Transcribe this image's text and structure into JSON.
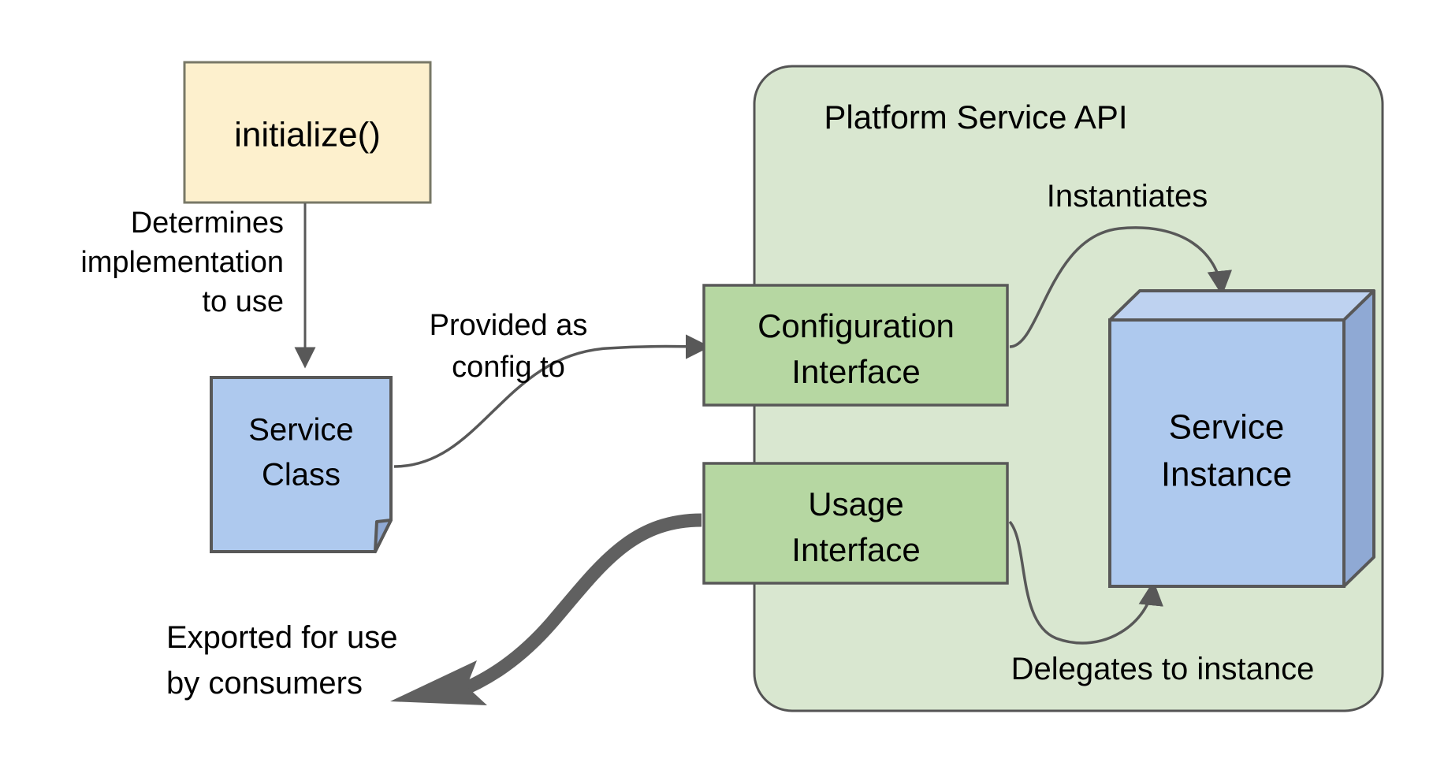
{
  "diagram": {
    "title_node": {
      "id": "platform-service-api",
      "label": "Platform Service API",
      "fill": "#d9e7d0",
      "stroke": "#545454"
    },
    "nodes": [
      {
        "id": "initialize",
        "label": "initialize()",
        "shape": "rectangle",
        "fill": "#fdf0cd",
        "stroke": "#787867"
      },
      {
        "id": "service-class",
        "label_line1": "Service",
        "label_line2": "Class",
        "shape": "note",
        "fill": "#aec9ee",
        "stroke": "#585858"
      },
      {
        "id": "configuration-interface",
        "label_line1": "Configuration",
        "label_line2": "Interface",
        "shape": "rectangle",
        "fill": "#b6d7a2",
        "stroke": "#585858"
      },
      {
        "id": "usage-interface",
        "label_line1": "Usage",
        "label_line2": "Interface",
        "shape": "rectangle",
        "fill": "#b6d7a2",
        "stroke": "#585858"
      },
      {
        "id": "service-instance",
        "label_line1": "Service",
        "label_line2": "Instance",
        "shape": "cube3d",
        "fill": "#aec9ee",
        "fill_side": "#8fa9d4",
        "fill_top": "#bed2f0",
        "stroke": "#585858"
      }
    ],
    "edges": [
      {
        "id": "determines-implementation",
        "label_line1": "Determines",
        "label_line2": "implementation",
        "label_line3": "to use",
        "from": "initialize",
        "to": "service-class",
        "style": "straight-thin",
        "color": "#585858"
      },
      {
        "id": "provided-as-config",
        "label_line1": "Provided as",
        "label_line2": "config to",
        "from": "service-class",
        "to": "configuration-interface",
        "style": "curve-thin",
        "color": "#585858"
      },
      {
        "id": "instantiates",
        "label_line1": "Instantiates",
        "from": "configuration-interface",
        "to": "service-instance",
        "style": "curve-thin",
        "color": "#585858"
      },
      {
        "id": "delegates-to-instance",
        "label_line1": "Delegates to instance",
        "from": "usage-interface",
        "to": "service-instance",
        "style": "curve-thin",
        "color": "#585858"
      },
      {
        "id": "exported-for-use",
        "label_line1": "Exported for use",
        "label_line2": "by consumers",
        "from": "usage-interface",
        "to": "consumers",
        "style": "curve-thick",
        "color": "#606060"
      }
    ]
  }
}
